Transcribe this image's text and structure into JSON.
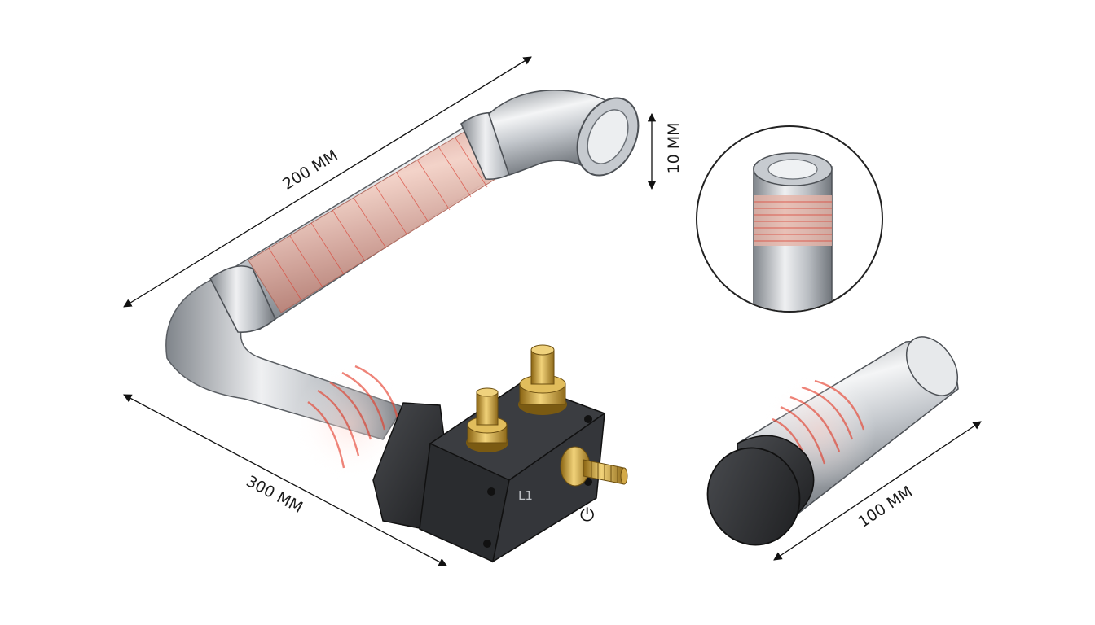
{
  "dimensions": {
    "upper_pipe_length": "200 MM",
    "pipe_diameter": "10 MM",
    "lower_pipe_length": "300 MM",
    "probe_length": "100 MM"
  },
  "housing": {
    "terminal_label": "L1",
    "power_symbol": "⏻"
  },
  "icons": {
    "power": "power-icon"
  },
  "colors": {
    "pipe": "#bfc3c8",
    "heating_band": "#e2a08e",
    "heat_wave": "#e8503f",
    "housing": "#2e3033",
    "brass": "#c99a2e"
  }
}
